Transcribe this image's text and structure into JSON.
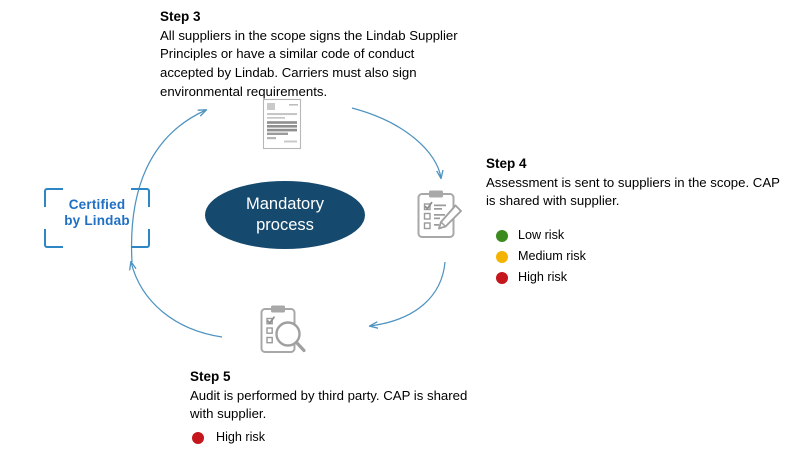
{
  "diagram": {
    "center": {
      "line1": "Mandatory",
      "line2": "process"
    },
    "badge": {
      "line1": "Certified",
      "line2": "by Lindab",
      "color": "#1f6fc4"
    },
    "accent_color": "#15496e",
    "arrow_color": "#4f93bf",
    "icon_color": "#9a9a9a"
  },
  "steps": [
    {
      "id": "step3",
      "title": "Step 3",
      "body": "All suppliers in the scope signs the Lindab Supplier Principles or have a similar code of conduct accepted by Lindab. Carriers must also sign environmental requirements.",
      "icon": "contract-document-icon"
    },
    {
      "id": "step4",
      "title": "Step 4",
      "body": "Assessment is sent to suppliers in the scope. CAP is shared with supplier.",
      "icon": "clipboard-pencil-icon",
      "legend": [
        {
          "label": "Low risk",
          "color": "#3d8b1f"
        },
        {
          "label": "Medium risk",
          "color": "#f5b301"
        },
        {
          "label": "High risk",
          "color": "#c4161c"
        }
      ]
    },
    {
      "id": "step5",
      "title": "Step 5",
      "body": "Audit is performed by third party. CAP is shared with supplier.",
      "icon": "clipboard-magnifier-icon",
      "legend": [
        {
          "label": "High risk",
          "color": "#c4161c"
        }
      ]
    }
  ]
}
